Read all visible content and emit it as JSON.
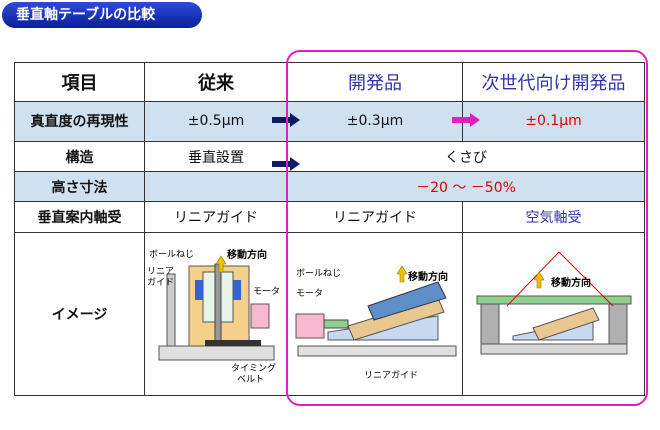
{
  "title": "垂直軸テーブルの比較",
  "header": {
    "item": "項目",
    "conventional": "従来",
    "developed": "開発品",
    "next_gen": "次世代向け開発品"
  },
  "rows": {
    "accuracy": {
      "label": "真直度の再現性",
      "conventional": "±0.5μm",
      "developed": "±0.3μm",
      "next_gen": "±0.1μm"
    },
    "structure": {
      "label": "構造",
      "conventional": "垂直設置",
      "new": "くさび"
    },
    "height": {
      "label": "高さ寸法",
      "new": "－20 ～ －50%"
    },
    "guide": {
      "label": "垂直案内軸受",
      "conventional": "リニアガイド",
      "developed": "リニアガイド",
      "next_gen": "空気軸受"
    },
    "image": {
      "label": "イメージ",
      "conv": {
        "ballscrew": "ボールねじ",
        "direction": "移動方向",
        "linear": "リニア",
        "guide": "ガイド",
        "motor": "モータ",
        "timing": "タイミング",
        "belt": "ベルト"
      },
      "dev": {
        "ballscrew": "ボールねじ",
        "motor": "モータ",
        "direction": "移動方向",
        "linear_guide": "リニアガイド"
      },
      "next": {
        "direction": "移動方向"
      }
    }
  },
  "colors": {
    "title_bg": "#1a35c0",
    "highlight": "#e020c0",
    "row_bg": "#cfe0f0",
    "red": "#e00000",
    "blue": "#3333aa"
  }
}
